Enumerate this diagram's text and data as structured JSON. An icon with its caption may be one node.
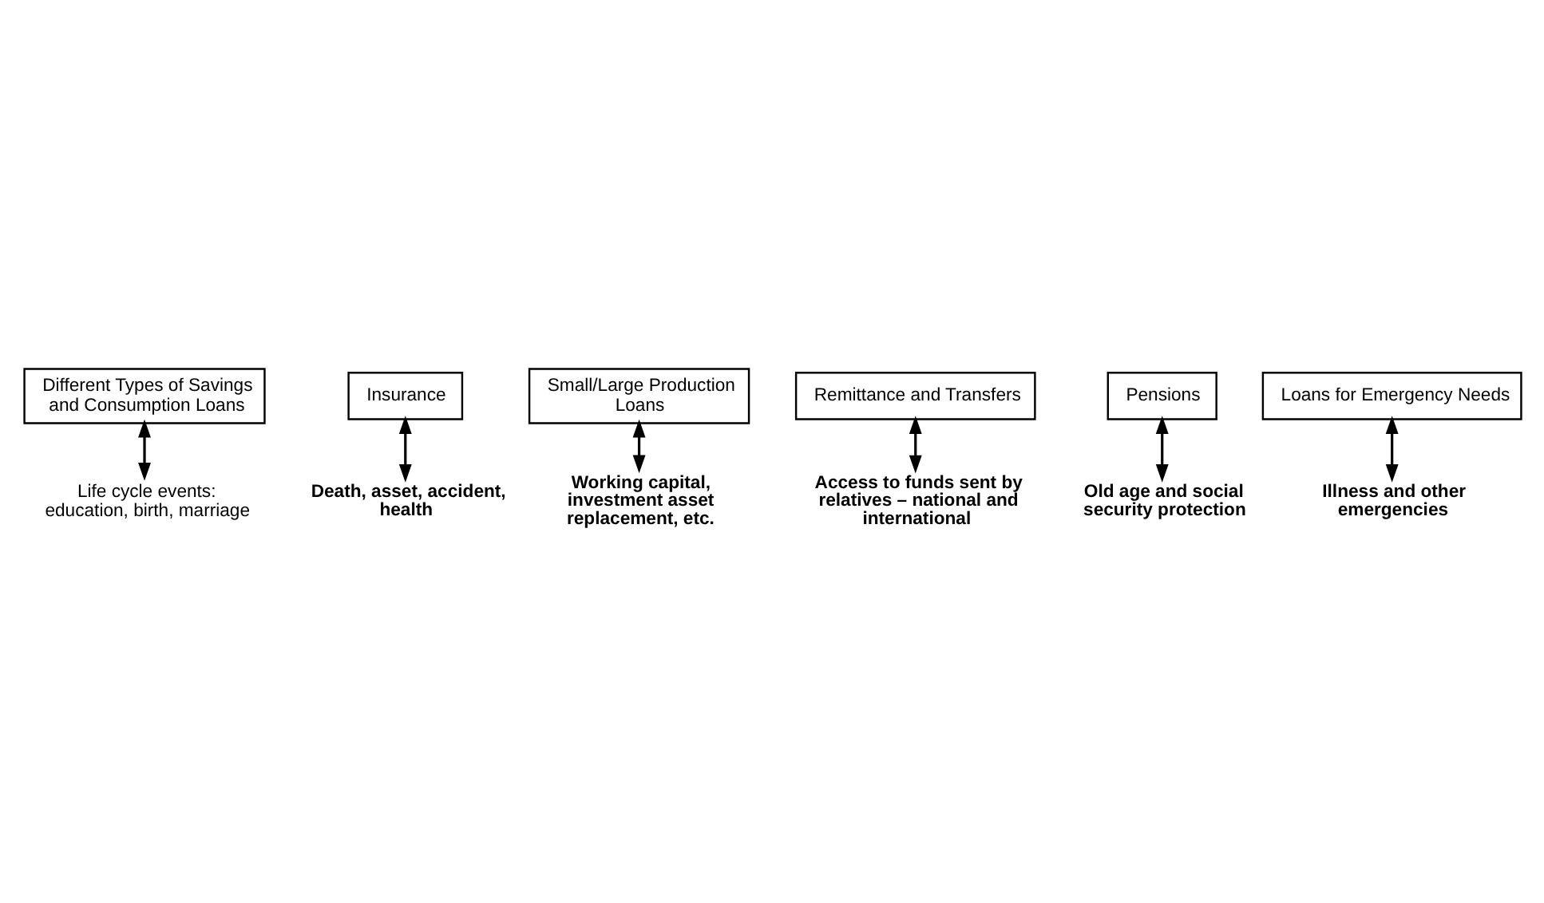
{
  "diagram": {
    "nodes": [
      {
        "text": [
          "Different Types of Savings and Consumption Loans"
        ]
      },
      {
        "text": [
          "Life cycle events: education, birth, marriage"
        ]
      },
      {
        "text": [
          "Insurance"
        ]
      },
      {
        "text": [
          "Death, asset, accident, health"
        ]
      },
      {
        "text": [
          "Small/Large Production Loans"
        ]
      },
      {
        "text": [
          "Working capital, investment asset replacement, etc."
        ]
      },
      {
        "text": [
          "Remittance and Transfers"
        ]
      },
      {
        "text": [
          "Access to funds sent by relatives – national and international"
        ]
      },
      {
        "text": [
          "Pensions"
        ]
      },
      {
        "text": [
          "Old age and social security protection"
        ]
      },
      {
        "text": [
          "Loans for Emergency Needs"
        ]
      },
      {
        "text": [
          "Illness and other emergencies"
        ]
      }
    ],
    "edges": [
      {
        "from": 0,
        "to": 1,
        "arrow": "both"
      },
      {
        "from": 2,
        "to": 3,
        "arrow": "both"
      },
      {
        "from": 4,
        "to": 5,
        "arrow": "both"
      },
      {
        "from": 6,
        "to": 7,
        "arrow": "both"
      },
      {
        "from": 8,
        "to": 9,
        "arrow": "both"
      },
      {
        "from": 10,
        "to": 11,
        "arrow": "both"
      }
    ]
  }
}
